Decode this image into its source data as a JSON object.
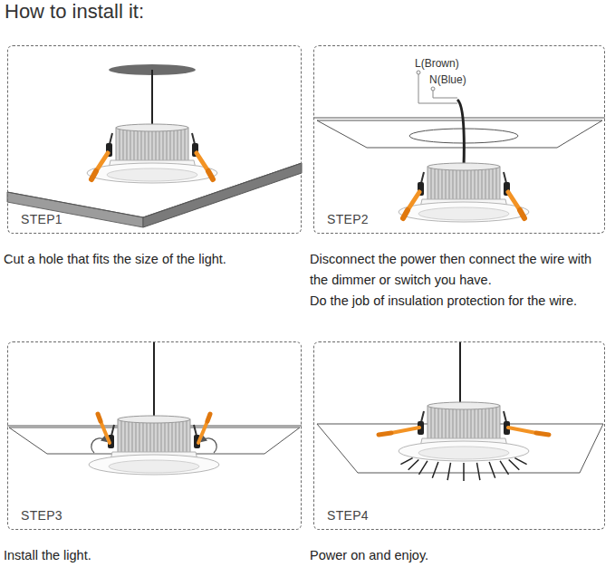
{
  "diagram": {
    "title": "How to install it:",
    "nodes": [
      {
        "text": [
          "STEP1",
          "Cut a hole that fits the size of the light."
        ]
      },
      {
        "text": [
          "STEP2",
          "Disconnect the power then connect the wire with the dimmer or switch you have.",
          "Do the job of insulation protection for the wire."
        ]
      },
      {
        "text": [
          "STEP3",
          "Install the light."
        ]
      },
      {
        "text": [
          "STEP4",
          "Power on and enjoy."
        ]
      }
    ],
    "labels": [
      "L(Brown)",
      "N(Blue)"
    ]
  }
}
